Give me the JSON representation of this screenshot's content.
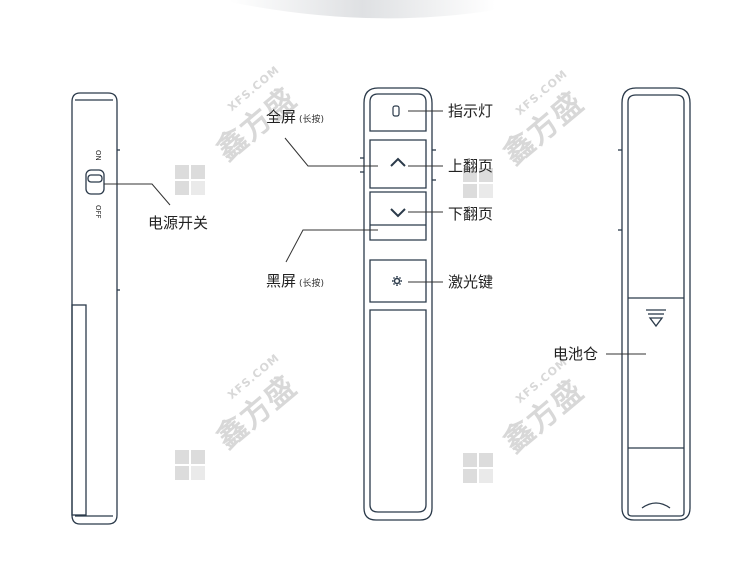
{
  "labels": {
    "power_switch": "电源开关",
    "indicator_light": "指示灯",
    "page_up": "上翻页",
    "page_down": "下翻页",
    "laser_key": "激光键",
    "fullscreen": "全屏",
    "fullscreen_hint": "(长按)",
    "blackscreen": "黑屏",
    "blackscreen_hint": "(长按)",
    "battery": "电池仓"
  },
  "switch_marks": {
    "on": "ON",
    "off": "OFF"
  },
  "watermark": {
    "cn": "鑫方盛",
    "en": "XFS.COM"
  },
  "colors": {
    "outline": "#2b3a4a",
    "leader": "#333333",
    "watermark": "#d8d8d8"
  }
}
